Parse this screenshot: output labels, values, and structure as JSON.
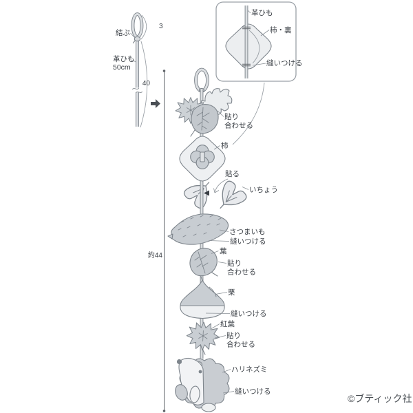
{
  "diagram": {
    "type": "craft-hanging-mobile-instruction",
    "copyright": "©ブティック社"
  },
  "labels": {
    "tie": "結ぶ",
    "leather_cord": "革ひも",
    "cord_length": "50cm",
    "loop_measure": "3",
    "cord_measure": "40",
    "total_height": "約44",
    "persimmon_back": "柿・裏",
    "sew_on": "縫いつける",
    "glue_together_line1": "貼り",
    "glue_together_line2": "合わせる",
    "glue": "貼る",
    "persimmon": "柿",
    "ginkgo": "いちょう",
    "sweet_potato": "さつまいも",
    "leaf": "葉",
    "chestnut": "栗",
    "autumn_leaves": "紅葉",
    "hedgehog": "ハリネズミ"
  },
  "colors": {
    "outline": "#7e858c",
    "fill_light": "#eef0f2",
    "fill_medium": "#ccd1d6",
    "fill_dark": "#c2c7cc",
    "cord": "#d8dbde",
    "text": "#3a3f45",
    "pointer": "#8a9096"
  }
}
